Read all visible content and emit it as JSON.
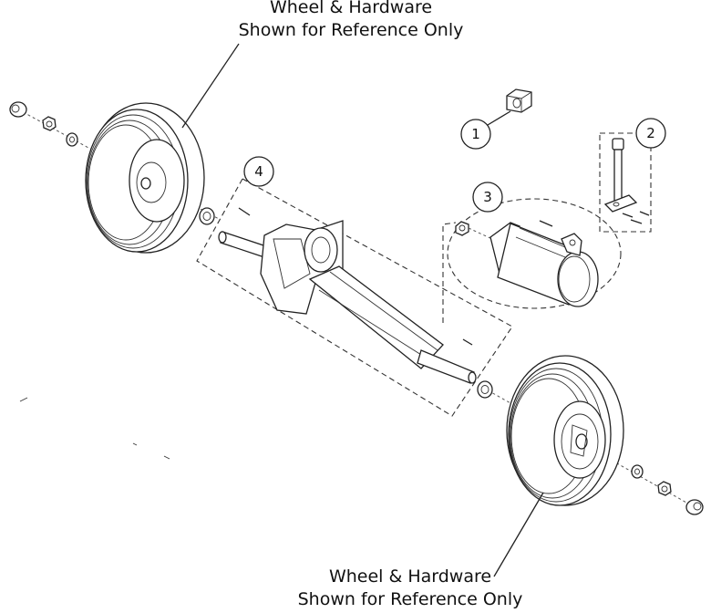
{
  "captions": {
    "top": {
      "line1": "Wheel & Hardware",
      "line2": "Shown for Reference Only"
    },
    "bottom": {
      "line1": "Wheel & Hardware",
      "line2": "Shown for Reference Only"
    }
  },
  "callouts": [
    {
      "id": "callout-1",
      "label": "1"
    },
    {
      "id": "callout-2",
      "label": "2"
    },
    {
      "id": "callout-3",
      "label": "3"
    },
    {
      "id": "callout-4",
      "label": "4"
    }
  ]
}
